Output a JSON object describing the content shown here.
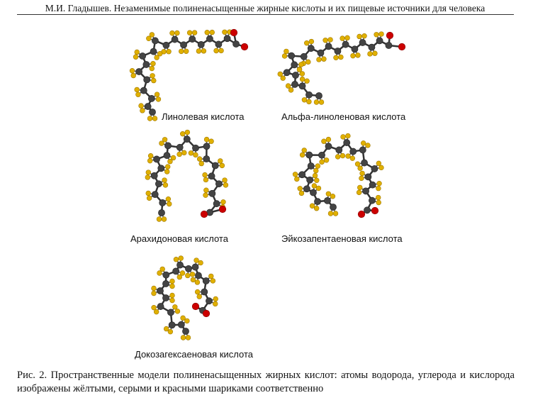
{
  "header": "М.И. Гладышев. Незаменимые полиненасыщенные жирные кислоты и их пищевые источники для человека",
  "molecules": [
    {
      "name": "Линолевая кислота"
    },
    {
      "name": "Альфа-линоленовая кислота"
    },
    {
      "name": "Арахидоновая кислота"
    },
    {
      "name": "Эйкозапентаеновая кислота"
    },
    {
      "name": "Докозагексаеновая кислота"
    }
  ],
  "colors": {
    "hydrogen": "#e0b000",
    "carbon": "#444444",
    "oxygen": "#cc0000"
  },
  "caption": "Рис. 2. Пространственные модели полиненасыщенных жирных кислот: атомы водорода, углерода и кислорода изображены жёлтыми, серыми и красными шариками соответственно"
}
